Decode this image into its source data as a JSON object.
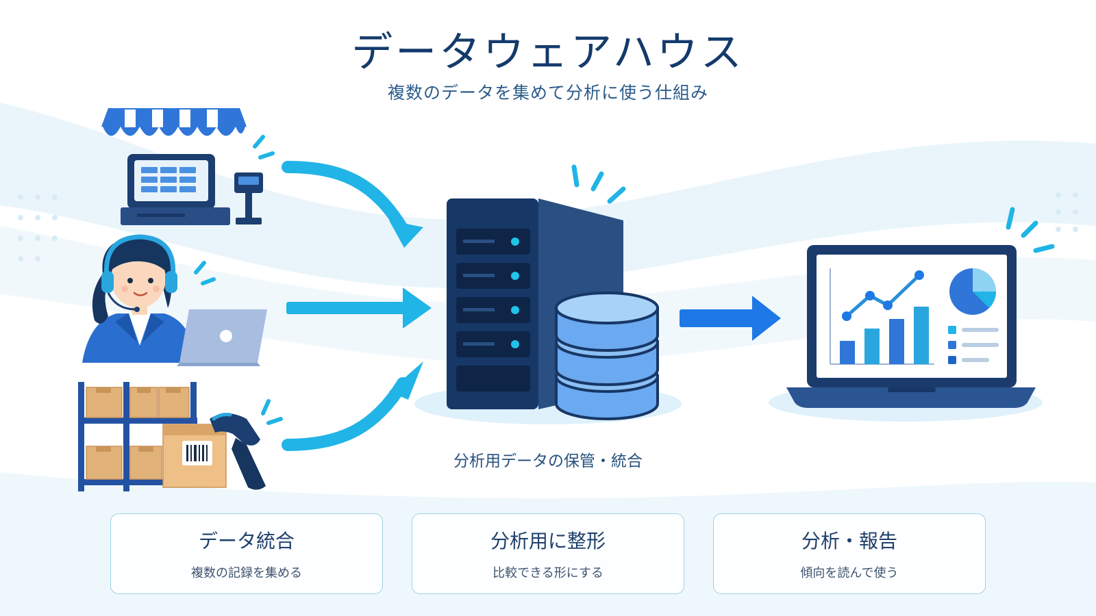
{
  "header": {
    "title": "データウェアハウス",
    "subtitle": "複数のデータを集めて分析に使う仕組み"
  },
  "center": {
    "caption": "分析用データの保管・統合"
  },
  "cards": [
    {
      "title": "データ統合",
      "desc": "複数の記録を集める"
    },
    {
      "title": "分析用に整形",
      "desc": "比較できる形にする"
    },
    {
      "title": "分析・報告",
      "desc": "傾向を読んで使う"
    }
  ],
  "icons": {
    "sources": [
      "store-register-icon",
      "support-operator-icon",
      "warehouse-scanner-icon"
    ],
    "hub": "server-database-icon",
    "output": "analytics-laptop-icon"
  },
  "colors": {
    "primary": "#1d4f8f",
    "dark_navy": "#143a6b",
    "accent_cyan": "#21b4e6",
    "accent_blue": "#1e78e6",
    "card_border": "#9fd4e6"
  }
}
